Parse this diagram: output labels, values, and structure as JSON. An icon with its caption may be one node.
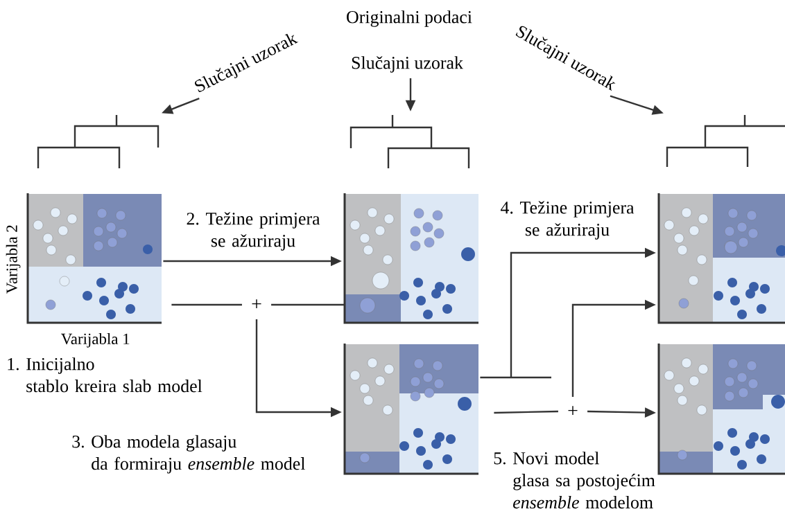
{
  "diagram": {
    "nodes": [
      {
        "text": [
          "Slučajni uzorak"
        ]
      },
      {
        "text": [
          "Slučajni uzorak"
        ]
      },
      {
        "text": [
          "Slučajni uzorak"
        ]
      },
      {
        "text": [],
        "shape": "tree"
      },
      {
        "text": [],
        "shape": "tree"
      },
      {
        "text": [],
        "shape": "tree"
      },
      {
        "text": [],
        "shape": "plot",
        "beside": [
          "Varijabla 2",
          "Varijabla 1"
        ]
      },
      {
        "text": [],
        "shape": "plot"
      },
      {
        "text": [],
        "shape": "plot"
      },
      {
        "text": [
          "+"
        ]
      },
      {
        "text": [],
        "shape": "plot"
      },
      {
        "text": [
          "+"
        ]
      },
      {
        "text": [],
        "shape": "plot"
      }
    ],
    "edges": [
      {
        "from": 0,
        "to": 3,
        "arrow": "to"
      },
      {
        "from": 1,
        "to": 4,
        "arrow": "to"
      },
      {
        "from": 2,
        "to": 5,
        "arrow": "to"
      },
      {
        "from": 6,
        "to": 7,
        "arrow": "to",
        "label": "2. Težine primjera se ažuriraju"
      },
      {
        "from": 6,
        "to": 9,
        "arrow": "none"
      },
      {
        "from": 7,
        "to": 9,
        "arrow": "none"
      },
      {
        "from": 9,
        "to": 10,
        "arrow": "to"
      },
      {
        "from": 10,
        "to": 8,
        "arrow": "to",
        "label": "4. Težine primjera se ažuriraju"
      },
      {
        "from": 10,
        "to": 11,
        "arrow": "none"
      },
      {
        "from": 11,
        "to": 12,
        "arrow": "to"
      },
      {
        "from": 11,
        "to": 8,
        "arrow": "to"
      }
    ],
    "labels": [
      "Originalni podaci",
      "1. Inicijalno stablo kreira slab model",
      "3. Oba modela glasaju da formiraju *ensemble* model",
      "5. Novi model glasa sa postojećim *ensemble* modelom"
    ]
  }
}
